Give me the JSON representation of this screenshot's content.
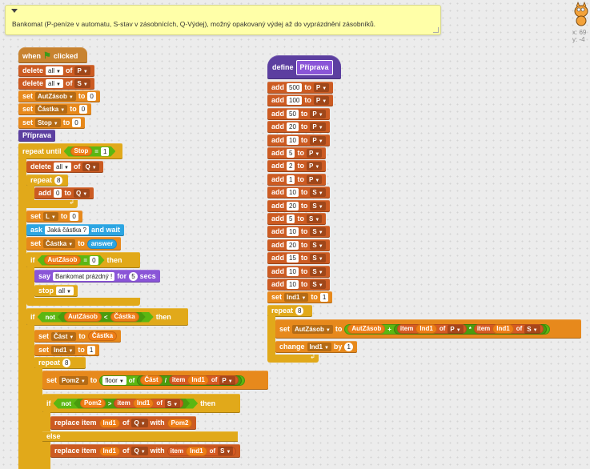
{
  "note": {
    "text": "Bankomat (P-peníze v automatu, S-stav v zásobnících, Q-Výdej), možný opakovaný výdej až do vyprázdnění zásobníků."
  },
  "stage": {
    "x": "x: 69",
    "y": "y: -4"
  },
  "kw": {
    "when": "when",
    "clicked": "clicked",
    "delete": "delete",
    "of": "of",
    "set": "set",
    "to": "to",
    "repeat_until": "repeat until",
    "repeat": "repeat",
    "add": "add",
    "ask": "ask",
    "and_wait": "and wait",
    "if": "if",
    "then": "then",
    "else": "else",
    "say": "say",
    "for": "for",
    "secs": "secs",
    "stop": "stop",
    "not": "not",
    "item": "item",
    "replace_item": "replace item",
    "with": "with",
    "define": "define",
    "change": "change",
    "by": "by",
    "floor": "floor"
  },
  "vars": {
    "P": "P",
    "S": "S",
    "Q": "Q",
    "L": "L",
    "all": "all",
    "AutZasob": "AutZásob",
    "Castka": "Částka",
    "Stop": "Stop",
    "Cast": "Část",
    "Ind1": "Ind1",
    "Pom2": "Pom2",
    "answer": "answer"
  },
  "script1": {
    "set_aut": "0",
    "set_castka": "0",
    "set_stop": "0",
    "priprava_call": "Příprava",
    "until_val": "1",
    "repeat8": "8",
    "add_q": "0",
    "set_l": "0",
    "ask_text": "Jaká částka ?",
    "aut_eq": "0",
    "say_text": "Bankomat prázdný !",
    "say_secs": "5",
    "eq": "=",
    "lt": "<",
    "gt": ">",
    "div": "/",
    "set_ind1": "1",
    "repeat8b": "8"
  },
  "define": {
    "name": "Příprava",
    "adds": [
      {
        "v": "500",
        "l": "P"
      },
      {
        "v": "100",
        "l": "P"
      },
      {
        "v": "50",
        "l": "P"
      },
      {
        "v": "20",
        "l": "P"
      },
      {
        "v": "10",
        "l": "P"
      },
      {
        "v": "5",
        "l": "P"
      },
      {
        "v": "2",
        "l": "P"
      },
      {
        "v": "1",
        "l": "P"
      },
      {
        "v": "10",
        "l": "S"
      },
      {
        "v": "20",
        "l": "S"
      },
      {
        "v": "5",
        "l": "S"
      },
      {
        "v": "10",
        "l": "S"
      },
      {
        "v": "20",
        "l": "S"
      },
      {
        "v": "15",
        "l": "S"
      },
      {
        "v": "10",
        "l": "S"
      },
      {
        "v": "10",
        "l": "S"
      }
    ],
    "set_ind1": "1",
    "repeat": "8",
    "plus": "+",
    "times": "*",
    "change_by": "1"
  }
}
